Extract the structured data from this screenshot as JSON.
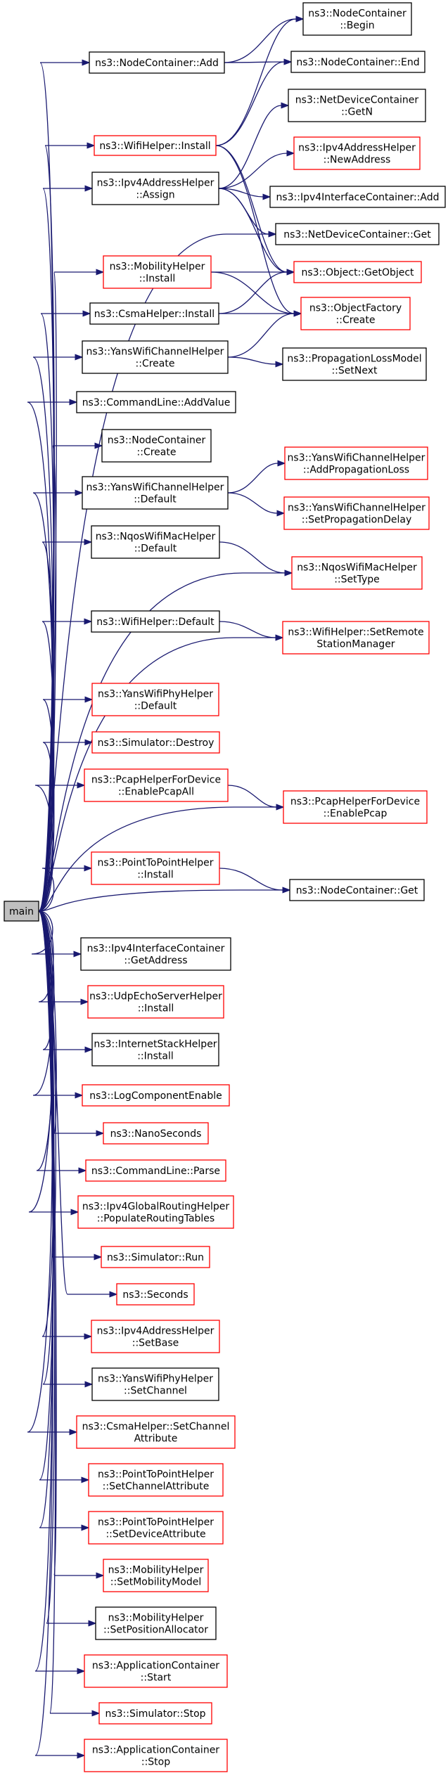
{
  "root": "main",
  "colors": {
    "edge": "#191970",
    "link_node_border": "#ff0000",
    "plain_node_border": "#000000",
    "root_fill": "#bfbfbf"
  },
  "nodes": [
    {
      "id": "main",
      "lines": [
        "main"
      ],
      "style": "main"
    },
    {
      "id": "nc_add",
      "lines": [
        "ns3::NodeContainer::Add"
      ],
      "style": "black"
    },
    {
      "id": "nc_begin",
      "lines": [
        "ns3::NodeContainer",
        "::Begin"
      ],
      "style": "black"
    },
    {
      "id": "nc_end",
      "lines": [
        "ns3::NodeContainer::End"
      ],
      "style": "black"
    },
    {
      "id": "ndc_getn",
      "lines": [
        "ns3::NetDeviceContainer",
        "::GetN"
      ],
      "style": "black"
    },
    {
      "id": "wifi_install",
      "lines": [
        "ns3::WifiHelper::Install"
      ],
      "style": "red"
    },
    {
      "id": "ipv4addr_newaddr",
      "lines": [
        "ns3::Ipv4AddressHelper",
        "::NewAddress"
      ],
      "style": "red"
    },
    {
      "id": "ipv4addr_assign",
      "lines": [
        "ns3::Ipv4AddressHelper",
        "::Assign"
      ],
      "style": "black"
    },
    {
      "id": "ipv4ic_add",
      "lines": [
        "ns3::Ipv4InterfaceContainer::Add"
      ],
      "style": "black"
    },
    {
      "id": "ndc_get",
      "lines": [
        "ns3::NetDeviceContainer::Get"
      ],
      "style": "black"
    },
    {
      "id": "mob_install",
      "lines": [
        "ns3::MobilityHelper",
        "::Install"
      ],
      "style": "red"
    },
    {
      "id": "obj_getobject",
      "lines": [
        "ns3::Object::GetObject"
      ],
      "style": "red"
    },
    {
      "id": "csma_install",
      "lines": [
        "ns3::CsmaHelper::Install"
      ],
      "style": "black"
    },
    {
      "id": "objfac_create",
      "lines": [
        "ns3::ObjectFactory",
        "::Create"
      ],
      "style": "red"
    },
    {
      "id": "ywch_create",
      "lines": [
        "ns3::YansWifiChannelHelper",
        "::Create"
      ],
      "style": "black"
    },
    {
      "id": "plm_setnext",
      "lines": [
        "ns3::PropagationLossModel",
        "::SetNext"
      ],
      "style": "black"
    },
    {
      "id": "cmd_addvalue",
      "lines": [
        "ns3::CommandLine::AddValue"
      ],
      "style": "black"
    },
    {
      "id": "nc_create",
      "lines": [
        "ns3::NodeContainer",
        "::Create"
      ],
      "style": "black"
    },
    {
      "id": "ywch_addloss",
      "lines": [
        "ns3::YansWifiChannelHelper",
        "::AddPropagationLoss"
      ],
      "style": "red"
    },
    {
      "id": "ywch_default",
      "lines": [
        "ns3::YansWifiChannelHelper",
        "::Default"
      ],
      "style": "black"
    },
    {
      "id": "ywch_setdelay",
      "lines": [
        "ns3::YansWifiChannelHelper",
        "::SetPropagationDelay"
      ],
      "style": "red"
    },
    {
      "id": "nqos_default",
      "lines": [
        "ns3::NqosWifiMacHelper",
        "::Default"
      ],
      "style": "black"
    },
    {
      "id": "nqos_settype",
      "lines": [
        "ns3::NqosWifiMacHelper",
        "::SetType"
      ],
      "style": "red"
    },
    {
      "id": "wifi_default",
      "lines": [
        "ns3::WifiHelper::Default"
      ],
      "style": "black"
    },
    {
      "id": "wifi_setrsm",
      "lines": [
        "ns3::WifiHelper::SetRemote",
        "StationManager"
      ],
      "style": "red"
    },
    {
      "id": "ywph_default",
      "lines": [
        "ns3::YansWifiPhyHelper",
        "::Default"
      ],
      "style": "red"
    },
    {
      "id": "sim_destroy",
      "lines": [
        "ns3::Simulator::Destroy"
      ],
      "style": "red"
    },
    {
      "id": "pcap_enableall",
      "lines": [
        "ns3::PcapHelperForDevice",
        "::EnablePcapAll"
      ],
      "style": "red"
    },
    {
      "id": "pcap_enable",
      "lines": [
        "ns3::PcapHelperForDevice",
        "::EnablePcap"
      ],
      "style": "red"
    },
    {
      "id": "p2p_install",
      "lines": [
        "ns3::PointToPointHelper",
        "::Install"
      ],
      "style": "red"
    },
    {
      "id": "nc_get",
      "lines": [
        "ns3::NodeContainer::Get"
      ],
      "style": "black"
    },
    {
      "id": "ipv4ic_getaddr",
      "lines": [
        "ns3::Ipv4InterfaceContainer",
        "::GetAddress"
      ],
      "style": "black"
    },
    {
      "id": "udpecho_install",
      "lines": [
        "ns3::UdpEchoServerHelper",
        "::Install"
      ],
      "style": "red"
    },
    {
      "id": "inet_install",
      "lines": [
        "ns3::InternetStackHelper",
        "::Install"
      ],
      "style": "black"
    },
    {
      "id": "logcomp_enable",
      "lines": [
        "ns3::LogComponentEnable"
      ],
      "style": "red"
    },
    {
      "id": "nanoseconds",
      "lines": [
        "ns3::NanoSeconds"
      ],
      "style": "red"
    },
    {
      "id": "cmd_parse",
      "lines": [
        "ns3::CommandLine::Parse"
      ],
      "style": "red"
    },
    {
      "id": "ipv4grh_populate",
      "lines": [
        "ns3::Ipv4GlobalRoutingHelper",
        "::PopulateRoutingTables"
      ],
      "style": "red"
    },
    {
      "id": "sim_run",
      "lines": [
        "ns3::Simulator::Run"
      ],
      "style": "red"
    },
    {
      "id": "seconds",
      "lines": [
        "ns3::Seconds"
      ],
      "style": "red"
    },
    {
      "id": "ipv4addr_setbase",
      "lines": [
        "ns3::Ipv4AddressHelper",
        "::SetBase"
      ],
      "style": "red"
    },
    {
      "id": "ywph_setchannel",
      "lines": [
        "ns3::YansWifiPhyHelper",
        "::SetChannel"
      ],
      "style": "black"
    },
    {
      "id": "csma_setchattr",
      "lines": [
        "ns3::CsmaHelper::SetChannel",
        "Attribute"
      ],
      "style": "red"
    },
    {
      "id": "p2p_setchattr",
      "lines": [
        "ns3::PointToPointHelper",
        "::SetChannelAttribute"
      ],
      "style": "red"
    },
    {
      "id": "p2p_setdevattr",
      "lines": [
        "ns3::PointToPointHelper",
        "::SetDeviceAttribute"
      ],
      "style": "red"
    },
    {
      "id": "mob_setmodel",
      "lines": [
        "ns3::MobilityHelper",
        "::SetMobilityModel"
      ],
      "style": "red"
    },
    {
      "id": "mob_setposalloc",
      "lines": [
        "ns3::MobilityHelper",
        "::SetPositionAllocator"
      ],
      "style": "black"
    },
    {
      "id": "app_start",
      "lines": [
        "ns3::ApplicationContainer",
        "::Start"
      ],
      "style": "red"
    },
    {
      "id": "sim_stop",
      "lines": [
        "ns3::Simulator::Stop"
      ],
      "style": "red"
    },
    {
      "id": "app_stop",
      "lines": [
        "ns3::ApplicationContainer",
        "::Stop"
      ],
      "style": "red"
    }
  ],
  "edges": [
    [
      "nc_add",
      "nc_begin"
    ],
    [
      "nc_add",
      "nc_end"
    ],
    [
      "wifi_install",
      "nc_begin"
    ],
    [
      "wifi_install",
      "nc_end"
    ],
    [
      "wifi_install",
      "obj_getobject"
    ],
    [
      "wifi_install",
      "objfac_create"
    ],
    [
      "ipv4addr_assign",
      "ndc_getn"
    ],
    [
      "ipv4addr_assign",
      "ipv4addr_newaddr"
    ],
    [
      "ipv4addr_assign",
      "ipv4ic_add"
    ],
    [
      "ipv4addr_assign",
      "ndc_get"
    ],
    [
      "ipv4addr_assign",
      "obj_getobject"
    ],
    [
      "mob_install",
      "obj_getobject"
    ],
    [
      "mob_install",
      "objfac_create"
    ],
    [
      "csma_install",
      "obj_getobject"
    ],
    [
      "csma_install",
      "objfac_create"
    ],
    [
      "ywch_create",
      "objfac_create"
    ],
    [
      "ywch_create",
      "plm_setnext"
    ],
    [
      "ywch_default",
      "ywch_addloss"
    ],
    [
      "ywch_default",
      "ywch_setdelay"
    ],
    [
      "nqos_default",
      "nqos_settype"
    ],
    [
      "wifi_default",
      "wifi_setrsm"
    ],
    [
      "pcap_enableall",
      "pcap_enable"
    ],
    [
      "p2p_install",
      "nc_get"
    ],
    [
      "main",
      "nc_add"
    ],
    [
      "main",
      "wifi_install"
    ],
    [
      "main",
      "ipv4addr_assign"
    ],
    [
      "main",
      "ndc_get"
    ],
    [
      "main",
      "mob_install"
    ],
    [
      "main",
      "csma_install"
    ],
    [
      "main",
      "ywch_create"
    ],
    [
      "main",
      "cmd_addvalue"
    ],
    [
      "main",
      "nc_create"
    ],
    [
      "main",
      "ywch_default"
    ],
    [
      "main",
      "nqos_default"
    ],
    [
      "main",
      "nqos_settype"
    ],
    [
      "main",
      "wifi_default"
    ],
    [
      "main",
      "wifi_setrsm"
    ],
    [
      "main",
      "ywph_default"
    ],
    [
      "main",
      "sim_destroy"
    ],
    [
      "main",
      "pcap_enableall"
    ],
    [
      "main",
      "pcap_enable"
    ],
    [
      "main",
      "p2p_install"
    ],
    [
      "main",
      "nc_get"
    ],
    [
      "main",
      "ipv4ic_getaddr"
    ],
    [
      "main",
      "udpecho_install"
    ],
    [
      "main",
      "inet_install"
    ],
    [
      "main",
      "logcomp_enable"
    ],
    [
      "main",
      "nanoseconds"
    ],
    [
      "main",
      "cmd_parse"
    ],
    [
      "main",
      "ipv4grh_populate"
    ],
    [
      "main",
      "sim_run"
    ],
    [
      "main",
      "seconds"
    ],
    [
      "main",
      "ipv4addr_setbase"
    ],
    [
      "main",
      "ywph_setchannel"
    ],
    [
      "main",
      "csma_setchattr"
    ],
    [
      "main",
      "p2p_setchattr"
    ],
    [
      "main",
      "p2p_setdevattr"
    ],
    [
      "main",
      "mob_setmodel"
    ],
    [
      "main",
      "mob_setposalloc"
    ],
    [
      "main",
      "app_start"
    ],
    [
      "main",
      "sim_stop"
    ],
    [
      "main",
      "app_stop"
    ]
  ]
}
